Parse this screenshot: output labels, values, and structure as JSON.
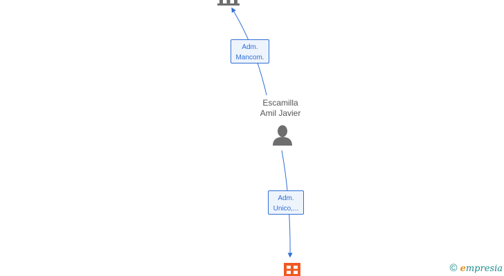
{
  "nodes": {
    "person": {
      "name_line1": "Escamilla",
      "name_line2": "Amil Javier",
      "icon": "person-icon"
    },
    "top_company": {
      "icon": "bank-building-icon"
    },
    "bottom_company": {
      "icon": "company-grid-icon"
    }
  },
  "edges": [
    {
      "label_line1": "Adm.",
      "label_line2": "Mancom."
    },
    {
      "label_line1": "Adm.",
      "label_line2": "Unico,..."
    }
  ],
  "watermark": {
    "copyright": "©",
    "brand_initial": "e",
    "brand_rest": "mpresia"
  },
  "colors": {
    "edge": "#2f6fd6",
    "node_icon": "#6e6e6e",
    "company_highlight": "#f05a22"
  }
}
